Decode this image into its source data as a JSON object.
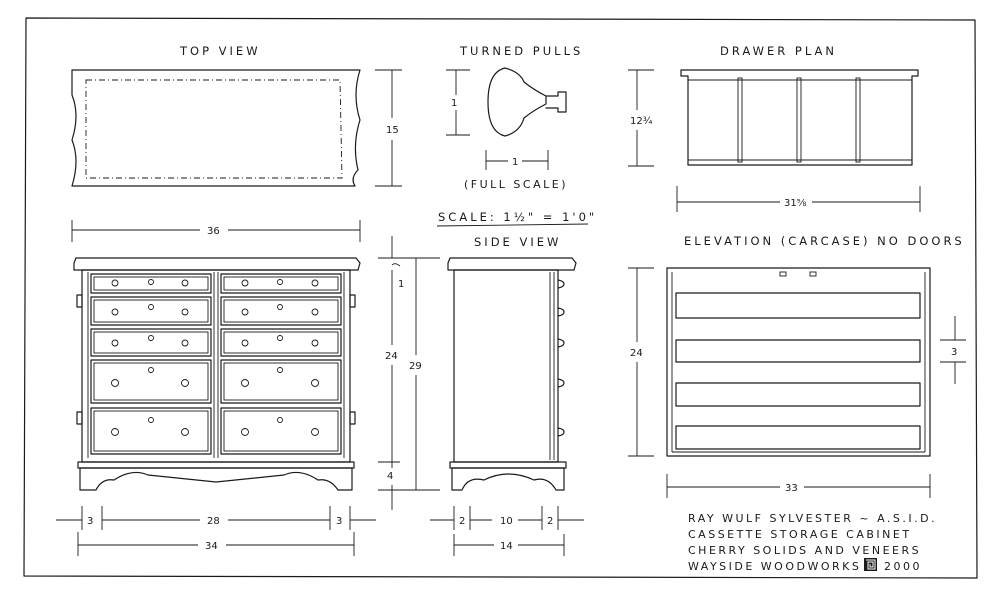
{
  "labels": {
    "top_view": "TOP VIEW",
    "turned_pulls": "TURNED PULLS",
    "full_scale": "(FULL SCALE)",
    "drawer_plan": "DRAWER PLAN",
    "scale": "SCALE: 1½\" = 1'0\"",
    "side_view": "SIDE VIEW",
    "elevation": "ELEVATION (CARCASE) NO DOORS"
  },
  "dimensions": {
    "top_depth": "15",
    "top_width": "36",
    "pull_height": "1",
    "pull_width": "1",
    "drawer_depth": "12¾",
    "drawer_width": "31⅝",
    "front_top_overhang": "1",
    "front_case_height": "24",
    "front_total_height": "29",
    "front_base_height": "4",
    "front_left_side": "3",
    "front_center": "28",
    "front_right_side": "3",
    "front_overall": "34",
    "side_left": "2",
    "side_center": "10",
    "side_right": "2",
    "side_overall": "14",
    "elev_height": "24",
    "elev_shelf_spacing": "3",
    "elev_width": "33"
  },
  "title_block": {
    "line1": "RAY WULF SYLVESTER ~ A.S.I.D.",
    "line2": "CASSETTE STORAGE CABINET",
    "line3": "CHERRY SOLIDS AND VENEERS",
    "line4_a": "WAYSIDE WOODWORKS",
    "line4_b": "2000"
  },
  "logo_icon": "square-spiral-logo-icon"
}
